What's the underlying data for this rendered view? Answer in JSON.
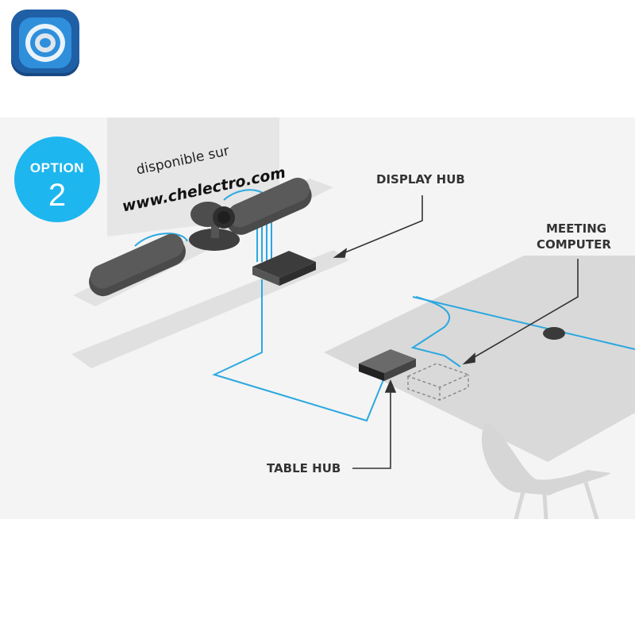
{
  "badge": {
    "word": "OPTION",
    "number": "2"
  },
  "watermark": {
    "line1": "disponible sur",
    "line2": "www.chelectro.com"
  },
  "labels": {
    "display_hub": "DISPLAY HUB",
    "meeting_computer_line1": "MEETING",
    "meeting_computer_line2": "COMPUTER",
    "table_hub": "TABLE HUB"
  },
  "colors": {
    "accent": "#1eb6ee",
    "cable": "#2aa8e0",
    "device": "#4a4a4a",
    "surface": "#dedede",
    "background": "#f4f4f4"
  },
  "icons": {
    "app": "concentric-rings-logo"
  }
}
